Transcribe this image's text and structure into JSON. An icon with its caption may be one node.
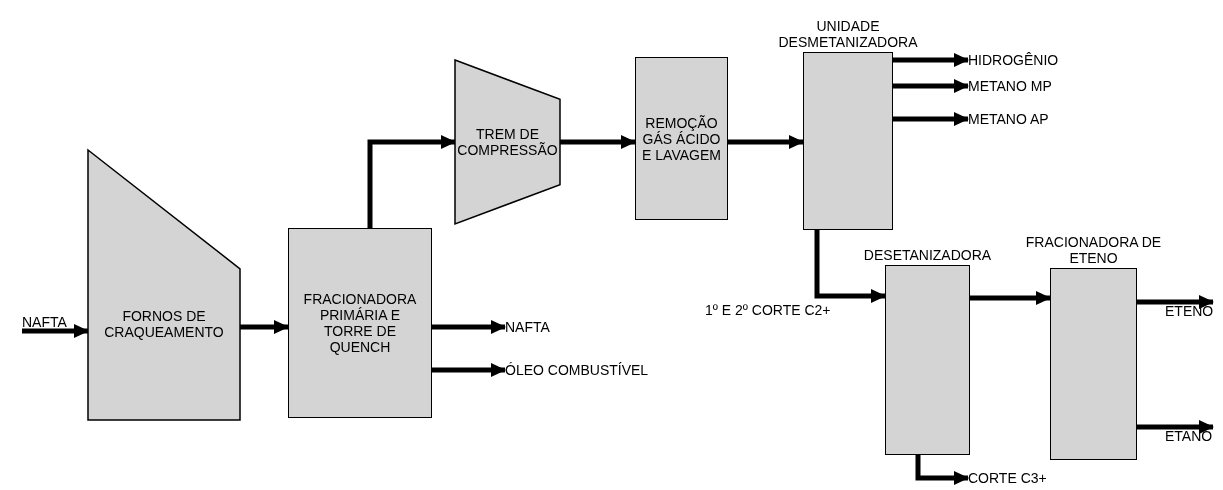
{
  "diagram": {
    "nodes": [
      {
        "text": [
          "NAFTA"
        ]
      },
      {
        "text": [
          "FORNOS DE CRAQUEAMENTO"
        ]
      },
      {
        "text": [
          "FRACIONADORA PRIMÁRIA E TORRE DE QUENCH"
        ]
      },
      {
        "text": [
          "NAFTA"
        ]
      },
      {
        "text": [
          "ÓLEO COMBUSTÍVEL"
        ]
      },
      {
        "text": [
          "TREM DE COMPRESSÃO"
        ]
      },
      {
        "text": [
          "REMOÇÃO GÁS ÁCIDO E LAVAGEM"
        ]
      },
      {
        "text": [
          "UNIDADE DESMETANIZADORA"
        ]
      },
      {
        "text": [
          "HIDROGÊNIO"
        ]
      },
      {
        "text": [
          "METANO MP"
        ]
      },
      {
        "text": [
          "METANO AP"
        ]
      },
      {
        "text": [
          "DESETANIZADORA"
        ]
      },
      {
        "text": [
          "CORTE C3+"
        ]
      },
      {
        "text": [
          "FRACIONADORA DE ETENO"
        ]
      },
      {
        "text": [
          "ETENO"
        ]
      },
      {
        "text": [
          "ETANO"
        ]
      }
    ],
    "edges": [
      {
        "from": 0,
        "to": 1,
        "arrow": "to"
      },
      {
        "from": 1,
        "to": 2,
        "arrow": "to"
      },
      {
        "from": 2,
        "to": 5,
        "arrow": "to"
      },
      {
        "from": 2,
        "to": 3,
        "arrow": "to"
      },
      {
        "from": 2,
        "to": 4,
        "arrow": "to"
      },
      {
        "from": 5,
        "to": 6,
        "arrow": "to"
      },
      {
        "from": 6,
        "to": 7,
        "arrow": "to"
      },
      {
        "from": 7,
        "to": 8,
        "arrow": "to"
      },
      {
        "from": 7,
        "to": 9,
        "arrow": "to"
      },
      {
        "from": 7,
        "to": 10,
        "arrow": "to"
      },
      {
        "from": 7,
        "to": 11,
        "arrow": "to",
        "label": "1º E 2º CORTE C2+"
      },
      {
        "from": 11,
        "to": 12,
        "arrow": "to"
      },
      {
        "from": 11,
        "to": 13,
        "arrow": "to"
      },
      {
        "from": 13,
        "to": 14,
        "arrow": "to"
      },
      {
        "from": 13,
        "to": 15,
        "arrow": "to"
      }
    ]
  }
}
